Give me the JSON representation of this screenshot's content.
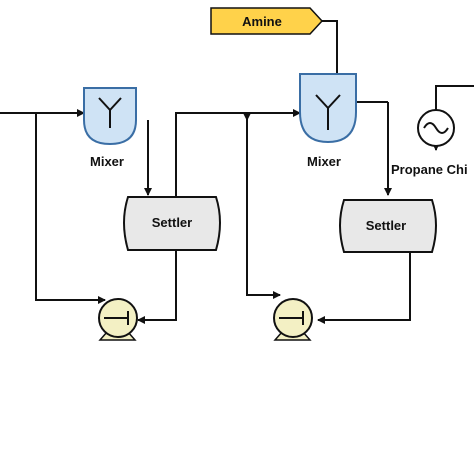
{
  "feed_tag": {
    "label": "Amine",
    "fill": "#ffd24a"
  },
  "mixers": [
    {
      "label": "Mixer",
      "fill": "#cfe3f5",
      "stroke": "#3a6ea5"
    },
    {
      "label": "Mixer",
      "fill": "#cfe3f5",
      "stroke": "#3a6ea5"
    }
  ],
  "settlers": [
    {
      "label": "Settler",
      "fill": "#e8e8e8"
    },
    {
      "label": "Settler",
      "fill": "#e8e8e8"
    }
  ],
  "pumps": [
    {
      "fill": "#f3f0c4"
    },
    {
      "fill": "#f3f0c4"
    }
  ],
  "chiller": {
    "label": "Propane Chi",
    "fill": "#ffffff"
  }
}
